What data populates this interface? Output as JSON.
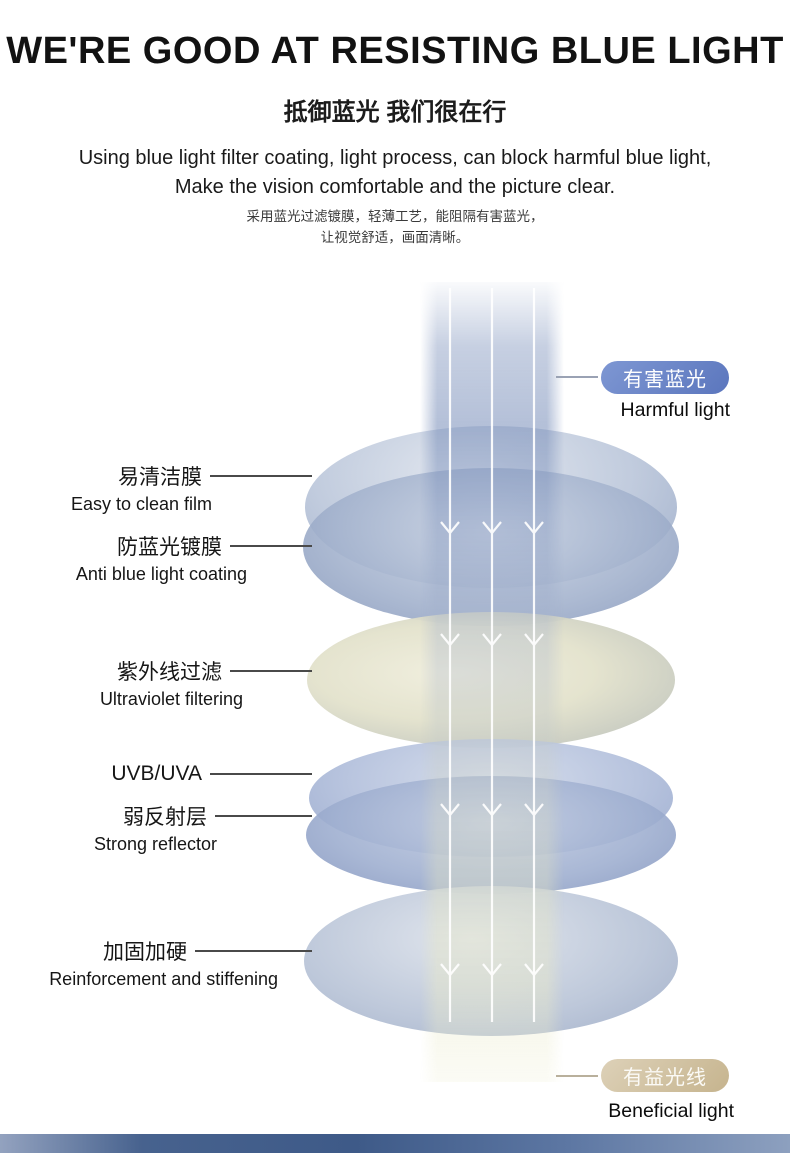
{
  "page": {
    "title": "WE'RE GOOD AT RESISTING BLUE LIGHT",
    "subtitle_zh": "抵御蓝光 我们很在行",
    "desc_en_1": "Using blue light filter coating, light process, can block harmful blue light,",
    "desc_en_2": "Make the vision comfortable and the picture clear.",
    "desc_zh_1": "采用蓝光过滤镀膜，轻薄工艺，能阻隔有害蓝光，",
    "desc_zh_2": "让视觉舒适，画面清晰。"
  },
  "diagram": {
    "harmful": {
      "badge": "有害蓝光",
      "caption": "Harmful light",
      "badge_color": "#5b76bd"
    },
    "beneficial": {
      "badge": "有益光线",
      "caption": "Beneficial light",
      "badge_color": "#c6b48e"
    },
    "layers": [
      {
        "zh": "易清洁膜",
        "en": "Easy to clean film"
      },
      {
        "zh": "防蓝光镀膜",
        "en": "Anti blue light coating"
      },
      {
        "zh": "紫外线过滤",
        "en": "Ultraviolet filtering"
      },
      {
        "zh": "UVB/UVA",
        "en": ""
      },
      {
        "zh": "弱反射层",
        "en": "Strong reflector"
      },
      {
        "zh": "加固加硬",
        "en": "Reinforcement and stiffening"
      }
    ]
  },
  "footer": {
    "bar_color": "#3e5a88"
  }
}
